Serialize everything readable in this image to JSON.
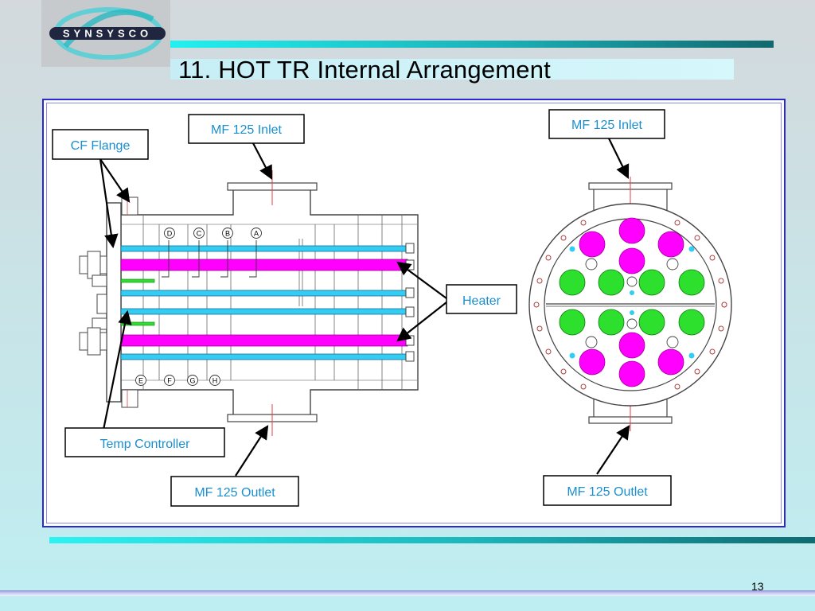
{
  "logo": {
    "text": "SYNSYSCO"
  },
  "slide": {
    "title": "11. HOT TR Internal Arrangement",
    "page_number": "13"
  },
  "labels": {
    "cf_flange": "CF Flange",
    "inlet_left": "MF 125 Inlet",
    "inlet_right": "MF 125 Inlet",
    "heater": "Heater",
    "temp_controller": "Temp Controller",
    "outlet_left": "MF 125 Outlet",
    "outlet_right": "MF 125 Outlet"
  },
  "port_markers": {
    "top": [
      "D",
      "C",
      "B",
      "A"
    ],
    "bottom": [
      "E",
      "F",
      "G",
      "H"
    ]
  },
  "colors": {
    "heater": "#ff00ff",
    "cooling_tube": "#33ccf2",
    "sensor": "#2ee02e",
    "label_text": "#1a8fd0",
    "frame_blue": "#2a2ad0"
  }
}
